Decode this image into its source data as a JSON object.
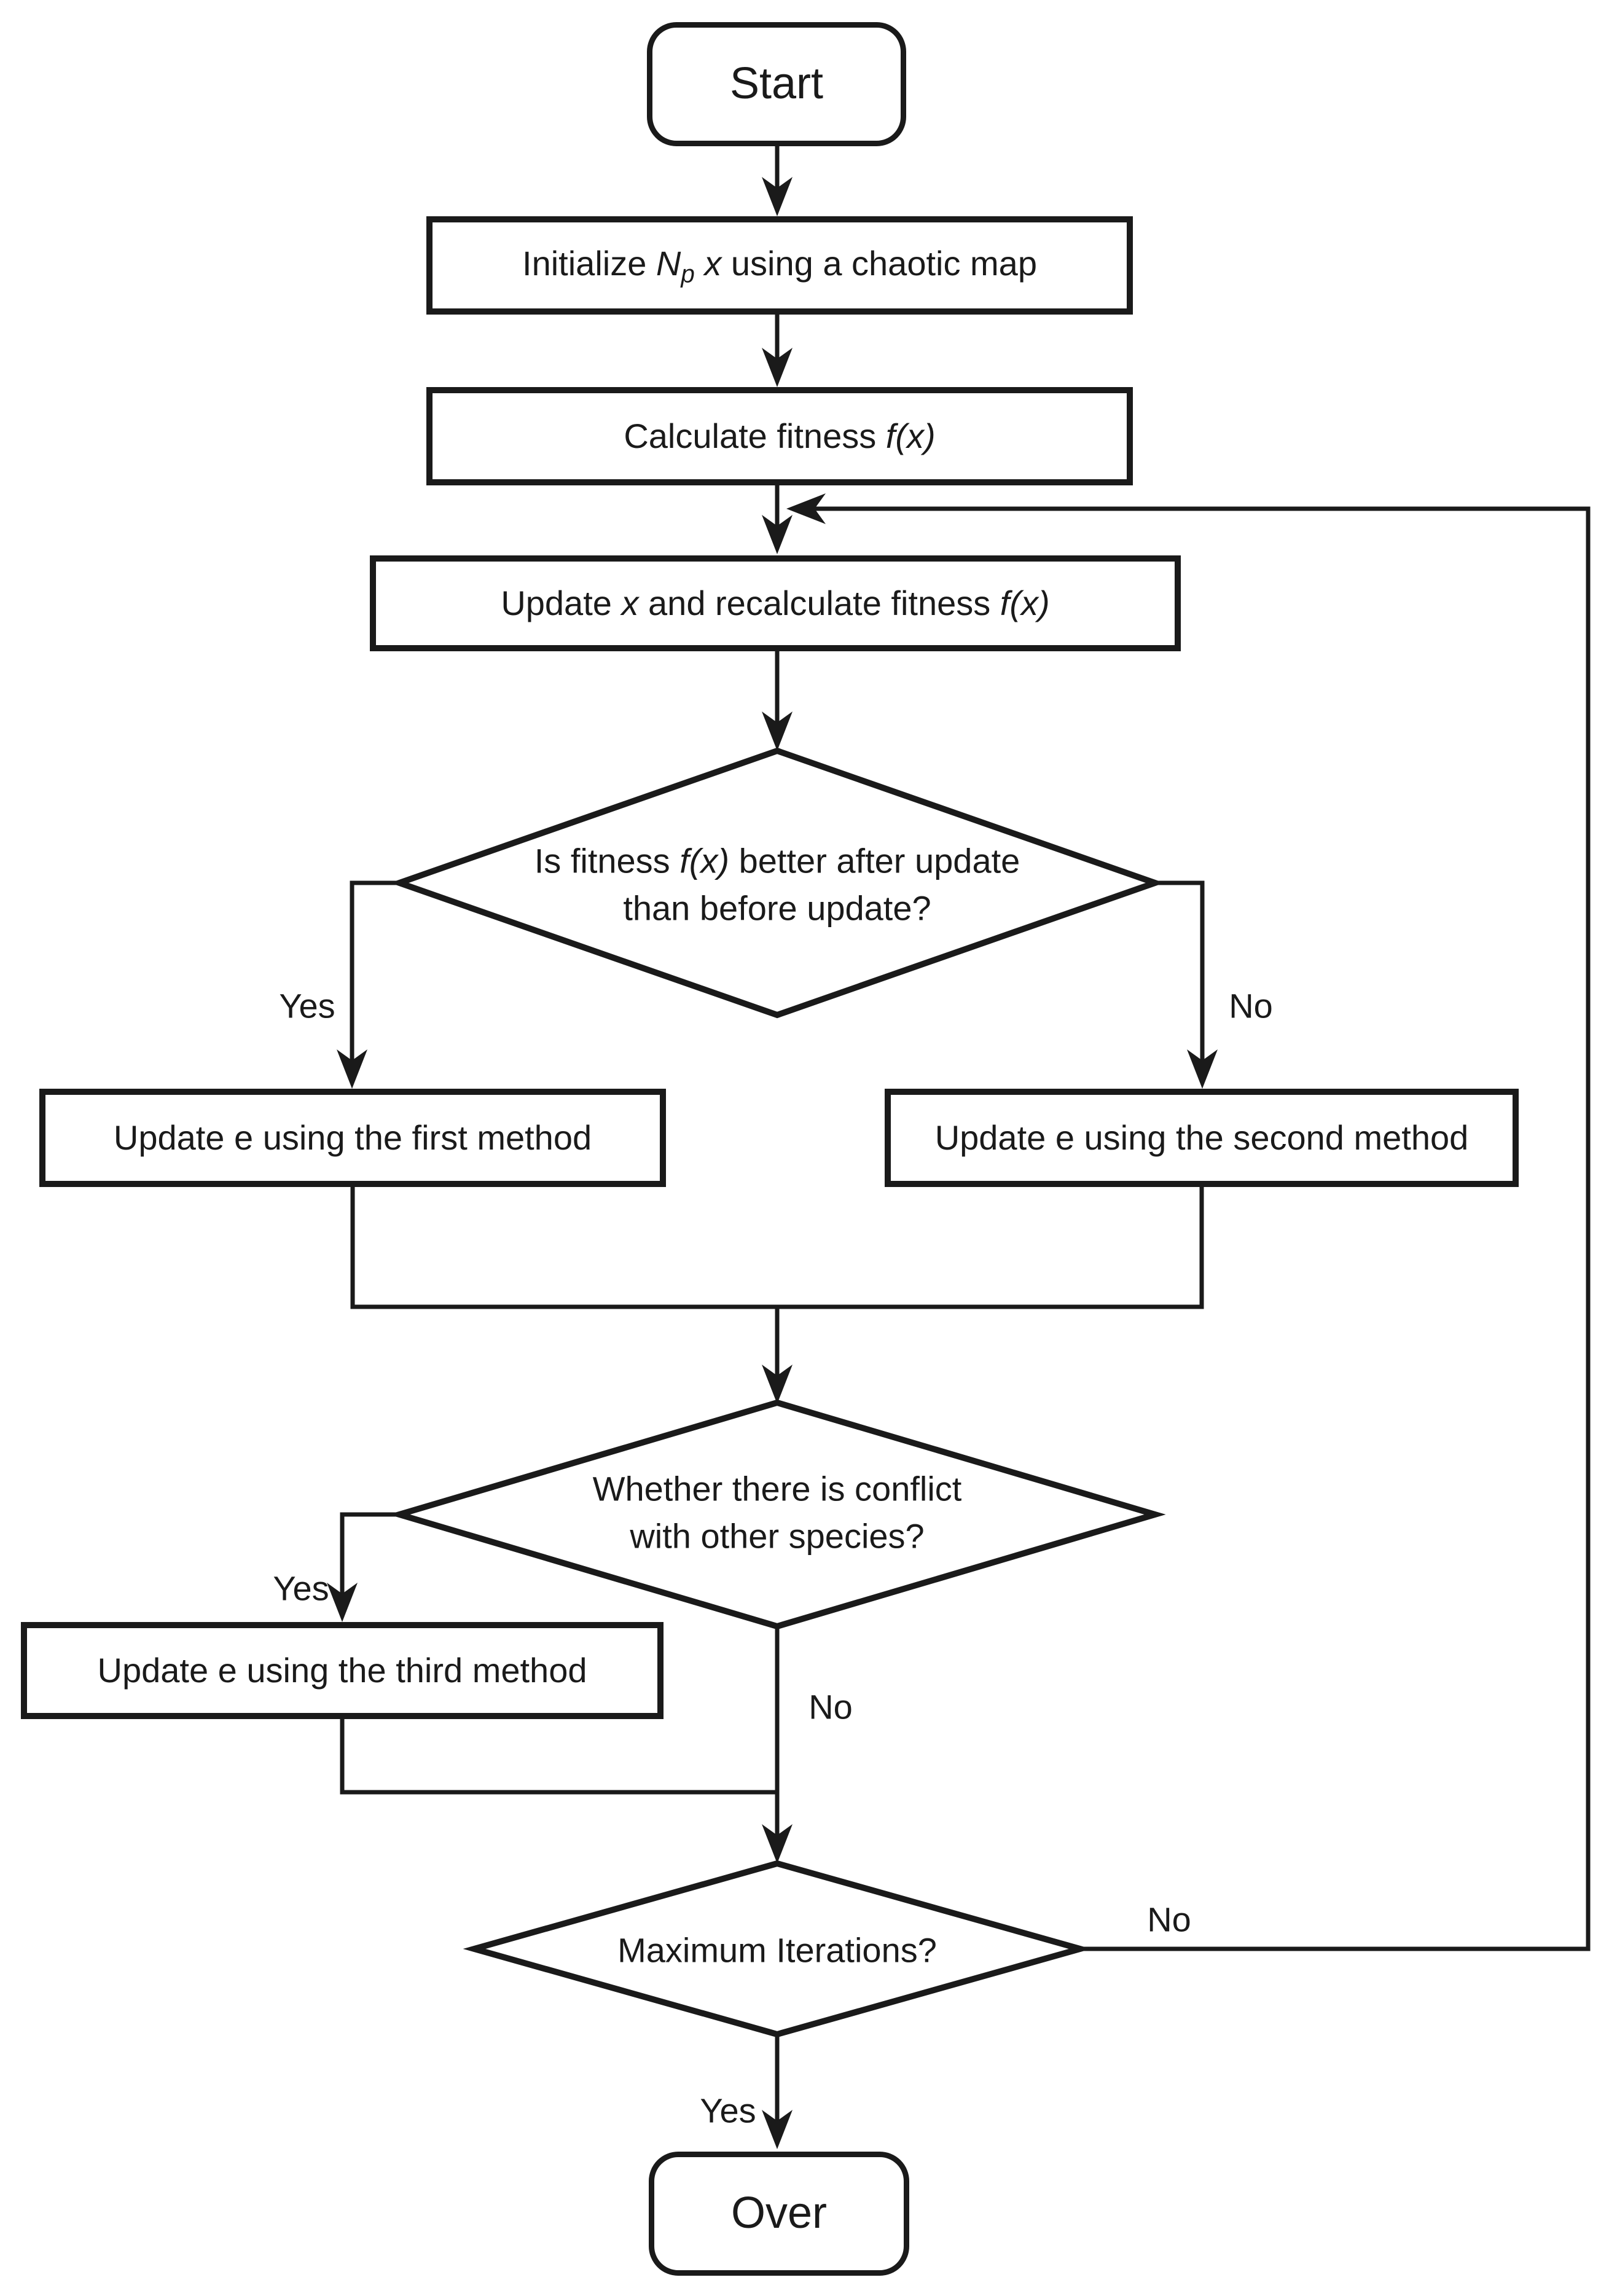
{
  "diagram_title": "optimization algorithm flowchart",
  "colors": {
    "background": "#ffffff",
    "stroke": "#1a1a1a",
    "text": "#1a1a1a"
  },
  "nodes": {
    "start": {
      "label": "Start"
    },
    "init": {
      "p0": "Initialize ",
      "p1": "N",
      "p2": "p",
      "p3": " ",
      "p4": "x",
      "p5": " using a chaotic map"
    },
    "calc": {
      "p0": "Calculate fitness ",
      "p1": "f(x)"
    },
    "update": {
      "p0": "Update ",
      "p1": "x",
      "p2": " and recalculate fitness ",
      "p3": "f(x)"
    },
    "decision1": {
      "l1p0": "Is fitness ",
      "l1p1": "f(x)",
      "l1p2": " better after update",
      "line2": "than before update?"
    },
    "method1": {
      "label": "Update e using the first method"
    },
    "method2": {
      "label": "Update e using the second method"
    },
    "decision2": {
      "line1": "Whether there is conflict",
      "line2": "with other species?"
    },
    "method3": {
      "label": "Update e using the third method"
    },
    "decision3": {
      "label": "Maximum Iterations?"
    },
    "over": {
      "label": "Over"
    }
  },
  "edge_labels": {
    "d1_yes": "Yes",
    "d1_no": "No",
    "d2_yes": "Yes",
    "d2_no": "No",
    "d3_yes": "Yes",
    "d3_no": "No"
  }
}
